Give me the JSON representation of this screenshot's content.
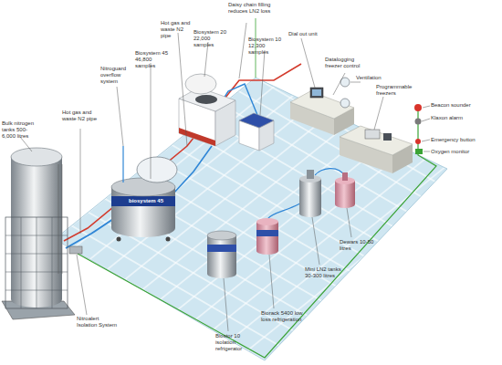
{
  "diagram": {
    "labels": [
      "Bulk nitrogen tanks 500-6,000 litres",
      "Hot gas and waste N2 pipe",
      "Nitroguard overflow system",
      "Biosystem 45 46,800 samples",
      "Hot gas and waste N2 pipe",
      "Biosystem 20 22,000 samples",
      "Daisy chain filling reduces LN2 loss",
      "Biosystem 10 12,300 samples",
      "Dial out unit",
      "Datalogging freezer control",
      "Ventilation",
      "Programmable freezers",
      "Beacon sounder",
      "Klaxon alarm",
      "Emergency button",
      "Oxygen monitor",
      "Dewars 10-50 litres",
      "Mini LN2 tanks 30-300 litres",
      "Biorack 5400 low loss refrigeration",
      "Biostor 10 isolation refrigerator",
      "Nitroalert Isolation System",
      "biosystem 45"
    ]
  }
}
